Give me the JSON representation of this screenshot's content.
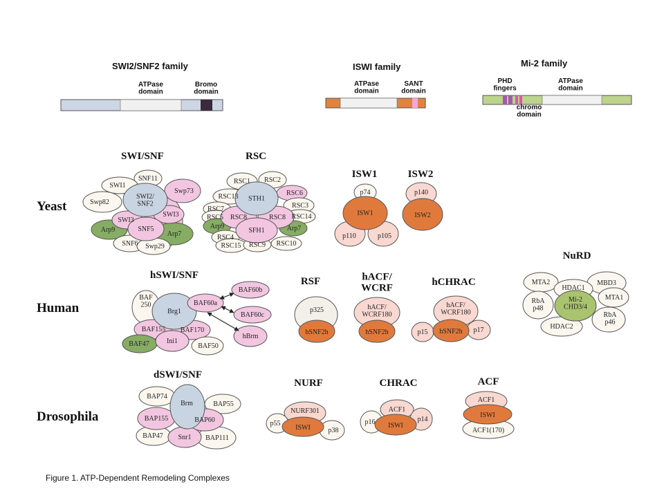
{
  "caption": "Figure 1. ATP-Dependent Remodeling Complexes",
  "families": [
    {
      "name": "SWI2/SNF2 family",
      "domains": [
        "ATPase domain",
        "Bromo domain"
      ]
    },
    {
      "name": "ISWI family",
      "domains": [
        "ATPase domain",
        "SANT domain"
      ]
    },
    {
      "name": "Mi-2 family",
      "domains": [
        "PHD fingers",
        "chromo domain",
        "ATPase domain"
      ]
    }
  ],
  "organisms": [
    "Yeast",
    "Human",
    "Drosophila"
  ],
  "complexes": [
    {
      "name": "SWI/SNF",
      "subunits": [
        "SNF11",
        "SWI1",
        "Swp73",
        "Swp82",
        "SWI2/SNF2",
        "SWI3",
        "SWI3",
        "SNF5",
        "Arp9",
        "Arp7",
        "SNF6",
        "Swp29"
      ]
    },
    {
      "name": "RSC",
      "subunits": [
        "RSC1",
        "RSC2",
        "RSC13",
        "STH1",
        "RSC6",
        "RSC3",
        "RSC7",
        "RSC5",
        "RSC8",
        "RSC8",
        "RSC14",
        "Arp9",
        "SFH1",
        "Arp7",
        "RSC4",
        "RSC15",
        "RSC9",
        "RSC10"
      ]
    },
    {
      "name": "ISW1",
      "subunits": [
        "p74",
        "ISW1",
        "p110",
        "p105"
      ]
    },
    {
      "name": "ISW2",
      "subunits": [
        "p140",
        "ISW2"
      ]
    },
    {
      "name": "hSWI/SNF",
      "subunits": [
        "BAF 250",
        "Brg1",
        "BAF60a",
        "BAF60b",
        "BAF60c",
        "hBrm",
        "BAF155",
        "BAF170",
        "Ini1",
        "BAF47",
        "BAF50"
      ]
    },
    {
      "name": "RSF",
      "subunits": [
        "p325",
        "hSNF2h"
      ]
    },
    {
      "name": "hACF/ WCRF",
      "subunits": [
        "hACF/ WCRF180",
        "hSNF2h"
      ]
    },
    {
      "name": "hCHRAC",
      "subunits": [
        "hACF/ WCRF180",
        "p15",
        "hSNF2h",
        "p17"
      ]
    },
    {
      "name": "NuRD",
      "subunits": [
        "MTA2",
        "HDAC1",
        "MBD3",
        "RbA p48",
        "Mi-2 CHD3/4",
        "MTA1",
        "RbA p46",
        "HDAC2"
      ]
    },
    {
      "name": "dSWI/SNF",
      "subunits": [
        "BAP74",
        "Brm",
        "BAP55",
        "BAP155",
        "BAP60",
        "BAP47",
        "Snr1",
        "BAP111"
      ]
    },
    {
      "name": "NURF",
      "subunits": [
        "NURF301",
        "p55",
        "ISWI",
        "p38"
      ]
    },
    {
      "name": "CHRAC",
      "subunits": [
        "ACF1",
        "p16",
        "ISWI",
        "p14"
      ]
    },
    {
      "name": "ACF",
      "subunits": [
        "ACF1",
        "ISWI",
        "ACF1(170)"
      ]
    }
  ],
  "colors": {
    "white": "#fbf7ef",
    "pink": "#f2c6e0",
    "blue": "#c9d4e2",
    "green": "#86ad63",
    "orange": "#e07a3c",
    "peach": "#f8d8d0",
    "olive": "#a9c36e",
    "bar_blue": "#cdd6e4",
    "bar_orange": "#e0833f",
    "bar_green": "#bcd48b",
    "bar_light": "#f1f1f1",
    "bromo": "#3b2a3c",
    "sant": "#f2a7d6",
    "phd": "#a25bab",
    "chromo": "#d85aa6"
  }
}
